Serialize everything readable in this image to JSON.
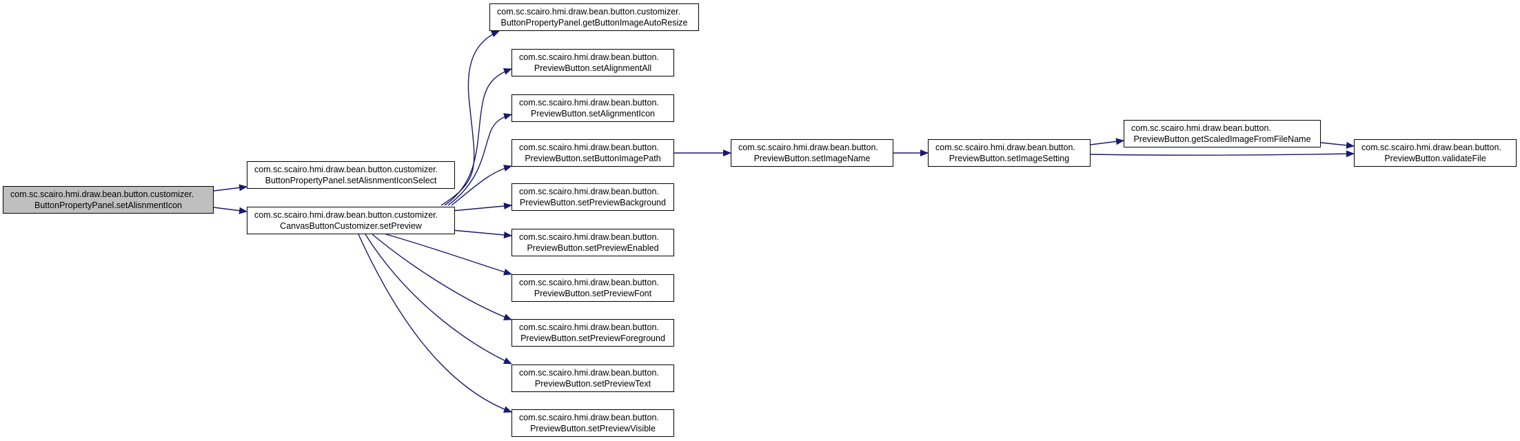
{
  "diagram": {
    "type": "call-graph",
    "edge_color": "#191970",
    "nodes": {
      "root": {
        "line1": "com.sc.scairo.hmi.draw.bean.button.customizer.",
        "line2": "ButtonPropertyPanel.setAlisnmentIcon"
      },
      "setAlisnmentIconSelect": {
        "line1": "com.sc.scairo.hmi.draw.bean.button.customizer.",
        "line2": "ButtonPropertyPanel.setAlisnmentIconSelect"
      },
      "setPreview": {
        "line1": "com.sc.scairo.hmi.draw.bean.button.customizer.",
        "line2": "CanvasButtonCustomizer.setPreview"
      },
      "getButtonImageAutoResize": {
        "line1": "com.sc.scairo.hmi.draw.bean.button.customizer.",
        "line2": "ButtonPropertyPanel.getButtonImageAutoResize"
      },
      "setAlignmentAll": {
        "line1": "com.sc.scairo.hmi.draw.bean.button.",
        "line2": "PreviewButton.setAlignmentAll"
      },
      "setAlignmentIcon": {
        "line1": "com.sc.scairo.hmi.draw.bean.button.",
        "line2": "PreviewButton.setAlignmentIcon"
      },
      "setButtonImagePath": {
        "line1": "com.sc.scairo.hmi.draw.bean.button.",
        "line2": "PreviewButton.setButtonImagePath"
      },
      "setPreviewBackground": {
        "line1": "com.sc.scairo.hmi.draw.bean.button.",
        "line2": "PreviewButton.setPreviewBackground"
      },
      "setPreviewEnabled": {
        "line1": "com.sc.scairo.hmi.draw.bean.button.",
        "line2": "PreviewButton.setPreviewEnabled"
      },
      "setPreviewFont": {
        "line1": "com.sc.scairo.hmi.draw.bean.button.",
        "line2": "PreviewButton.setPreviewFont"
      },
      "setPreviewForeground": {
        "line1": "com.sc.scairo.hmi.draw.bean.button.",
        "line2": "PreviewButton.setPreviewForeground"
      },
      "setPreviewText": {
        "line1": "com.sc.scairo.hmi.draw.bean.button.",
        "line2": "PreviewButton.setPreviewText"
      },
      "setPreviewVisible": {
        "line1": "com.sc.scairo.hmi.draw.bean.button.",
        "line2": "PreviewButton.setPreviewVisible"
      },
      "setImageName": {
        "line1": "com.sc.scairo.hmi.draw.bean.button.",
        "line2": "PreviewButton.setImageName"
      },
      "setImageSetting": {
        "line1": "com.sc.scairo.hmi.draw.bean.button.",
        "line2": "PreviewButton.setImageSetting"
      },
      "getScaledImageFromFileName": {
        "line1": "com.sc.scairo.hmi.draw.bean.button.",
        "line2": "PreviewButton.getScaledImageFromFileName"
      },
      "validateFile": {
        "line1": "com.sc.scairo.hmi.draw.bean.button.",
        "line2": "PreviewButton.validateFile"
      }
    },
    "edges": [
      [
        "root",
        "setAlisnmentIconSelect"
      ],
      [
        "root",
        "setPreview"
      ],
      [
        "setPreview",
        "getButtonImageAutoResize"
      ],
      [
        "setPreview",
        "setAlignmentAll"
      ],
      [
        "setPreview",
        "setAlignmentIcon"
      ],
      [
        "setPreview",
        "setButtonImagePath"
      ],
      [
        "setPreview",
        "setPreviewBackground"
      ],
      [
        "setPreview",
        "setPreviewEnabled"
      ],
      [
        "setPreview",
        "setPreviewFont"
      ],
      [
        "setPreview",
        "setPreviewForeground"
      ],
      [
        "setPreview",
        "setPreviewText"
      ],
      [
        "setPreview",
        "setPreviewVisible"
      ],
      [
        "setButtonImagePath",
        "setImageName"
      ],
      [
        "setImageName",
        "setImageSetting"
      ],
      [
        "setImageSetting",
        "getScaledImageFromFileName"
      ],
      [
        "setImageSetting",
        "validateFile"
      ],
      [
        "getScaledImageFromFileName",
        "validateFile"
      ]
    ]
  }
}
